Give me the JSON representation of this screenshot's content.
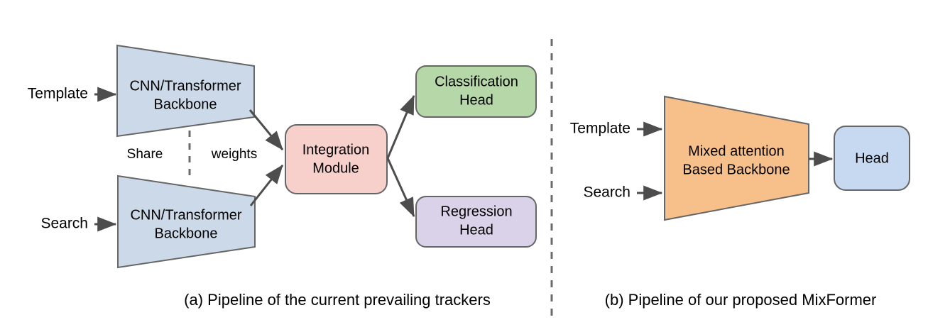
{
  "figure": {
    "title": "MixFormer pipeline comparison diagram",
    "background": "#ffffff"
  },
  "colors": {
    "backbone_blue_fill": "#ccd9e8",
    "integration_pink_fill": "#f7cfcb",
    "classification_green_fill": "#b6d7a8",
    "regression_purple_fill": "#d9d2e9",
    "mixed_attention_orange_fill": "#f7c08a",
    "head_blue_fill": "#c6d9f0",
    "shape_stroke": "#666666",
    "connector_stroke": "#4d4d4d",
    "divider_stroke": "#6b6b6b",
    "text": "#000000"
  },
  "panel_a": {
    "caption": "(a) Pipeline of  the current prevailing trackers",
    "inputs": [
      {
        "label": "Template"
      },
      {
        "label": "Search"
      }
    ],
    "backbones": [
      {
        "line1": "CNN/Transformer",
        "line2": "Backbone"
      },
      {
        "line1": "CNN/Transformer",
        "line2": "Backbone"
      }
    ],
    "share_label_left": "Share",
    "share_label_right": "weights",
    "integration": {
      "line1": "Integration",
      "line2": "Module"
    },
    "heads": [
      {
        "line1": "Classification",
        "line2": "Head"
      },
      {
        "line1": "Regression",
        "line2": "Head"
      }
    ]
  },
  "panel_b": {
    "caption": "(b) Pipeline of  our proposed MixFormer",
    "inputs": [
      {
        "label": "Template"
      },
      {
        "label": "Search"
      }
    ],
    "backbone": {
      "line1": "Mixed attention",
      "line2": "Based Backbone"
    },
    "head": {
      "label": "Head"
    }
  }
}
